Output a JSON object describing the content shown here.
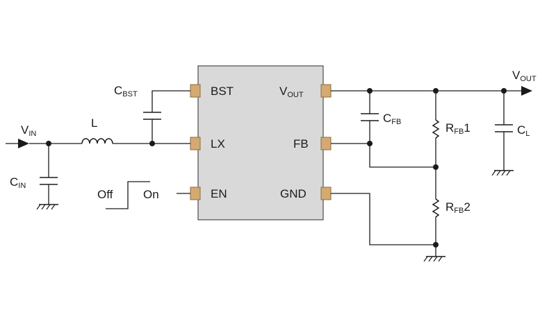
{
  "colors": {
    "chip_fill": "#d9d9d9",
    "chip_stroke": "#4d4d4d",
    "pin_pad": "#d4aa72",
    "wire": "#1a1a1a"
  },
  "labels": {
    "vin": {
      "main": "V",
      "sub": "IN"
    },
    "vout_out": {
      "main": "V",
      "sub": "OUT"
    },
    "inductor": "L",
    "cin": {
      "main": "C",
      "sub": "IN"
    },
    "cbst": {
      "main": "C",
      "sub": "BST"
    },
    "cfb": {
      "main": "C",
      "sub": "FB"
    },
    "cl": {
      "main": "C",
      "sub": "L"
    },
    "rfb1": {
      "main": "R",
      "sub": "FB",
      "suffix": "1"
    },
    "rfb2": {
      "main": "R",
      "sub": "FB",
      "suffix": "2"
    },
    "off": "Off",
    "on": "On"
  },
  "chip": {
    "pins": {
      "bst": "BST",
      "lx": "LX",
      "en": "EN",
      "vout": {
        "main": "V",
        "sub": "OUT"
      },
      "fb": "FB",
      "gnd": "GND"
    }
  },
  "icons": {
    "ground": "ground-symbol-icon",
    "arrow": "arrow-head-icon"
  }
}
